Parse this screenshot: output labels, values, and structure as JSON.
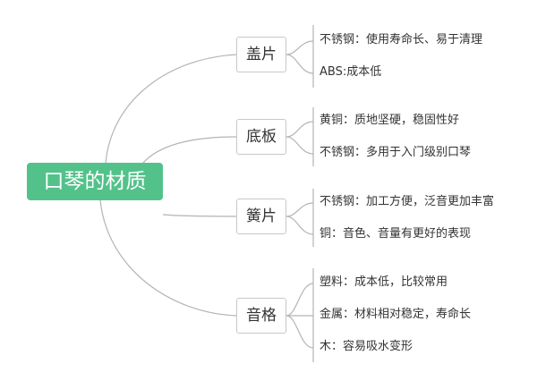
{
  "root": {
    "label": "口琴的材质"
  },
  "branches": [
    {
      "label": "盖片",
      "leaves": [
        "不锈钢：使用寿命长、易于清理",
        "ABS:成本低"
      ]
    },
    {
      "label": "底板",
      "leaves": [
        "黄铜：质地坚硬，稳固性好",
        "不锈钢：多用于入门级别口琴"
      ]
    },
    {
      "label": "簧片",
      "leaves": [
        "不锈钢：加工方便，泛音更加丰富",
        "铜：音色、音量有更好的表现"
      ]
    },
    {
      "label": "音格",
      "leaves": [
        "塑料：成本低，比较常用",
        "金属：材料相对稳定，寿命长",
        "木：容易吸水变形"
      ]
    }
  ],
  "colors": {
    "root_fill": "#52c28a",
    "line": "#b4b4b4",
    "node_border": "#c8c8c8",
    "text": "#333333"
  }
}
